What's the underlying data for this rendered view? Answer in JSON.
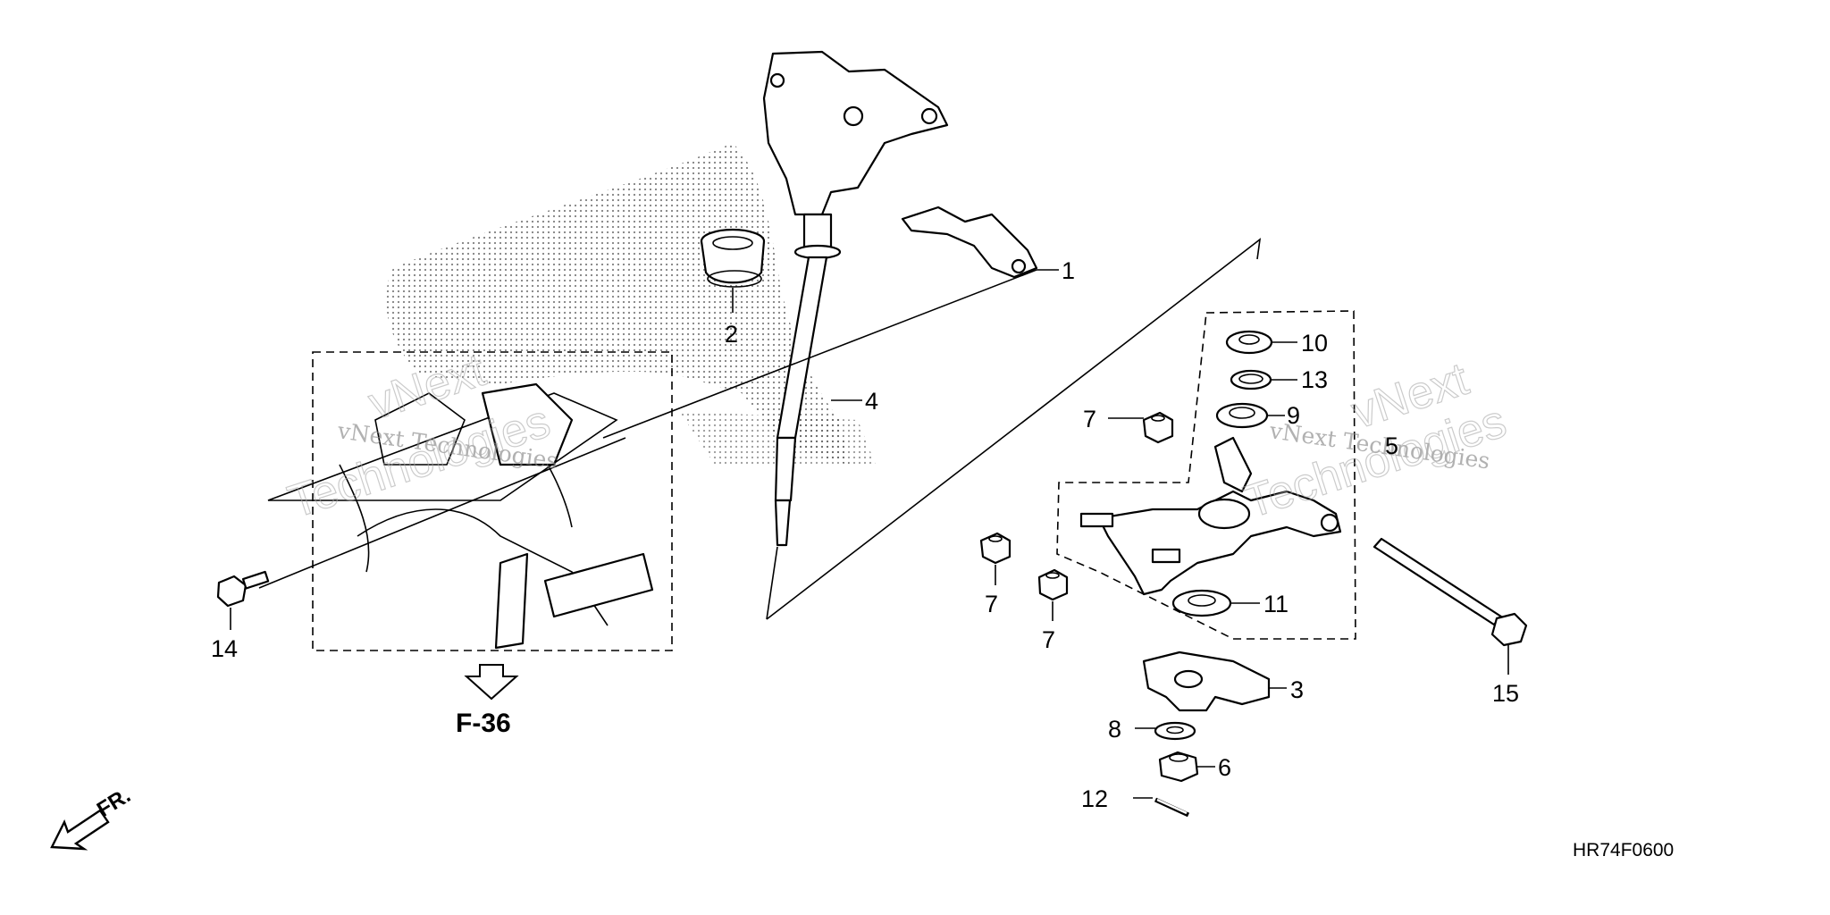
{
  "callouts": {
    "c1": "1",
    "c2": "2",
    "c3": "3",
    "c4": "4",
    "c5": "5",
    "c6": "6",
    "c7a": "7",
    "c7b": "7",
    "c7c": "7",
    "c8": "8",
    "c9": "9",
    "c10": "10",
    "c11": "11",
    "c12": "12",
    "c13": "13",
    "c14": "14",
    "c15": "15"
  },
  "reference": {
    "section": "F-36"
  },
  "direction": {
    "label": "FR."
  },
  "diagram_code": "HR74F0600",
  "watermark": {
    "text_a": "vNext Technologies",
    "text_b": "vNext Technologies",
    "outline_a1": "vNext",
    "outline_a2": "Technologies",
    "outline_b1": "vNext",
    "outline_b2": "Technologies"
  },
  "icons": {
    "direction_arrow": "arrow-down-left-icon",
    "reference_arrow": "hollow-arrow-down-icon"
  }
}
